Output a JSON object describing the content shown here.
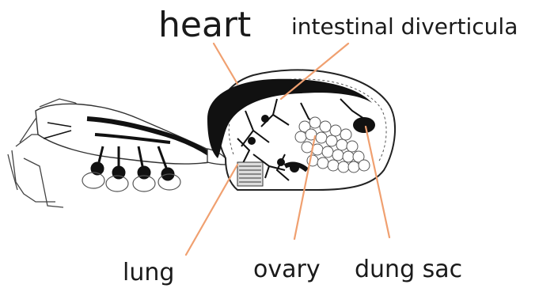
{
  "labels": {
    "heart": "heart",
    "intestinal_diverticula": "intestinal diverticula",
    "lung": "lung",
    "ovary": "ovary",
    "dung_sac": "dung sac"
  },
  "colors": {
    "pointer": "#f0a070",
    "ink": "#1a1a1a",
    "background": "#ffffff"
  }
}
